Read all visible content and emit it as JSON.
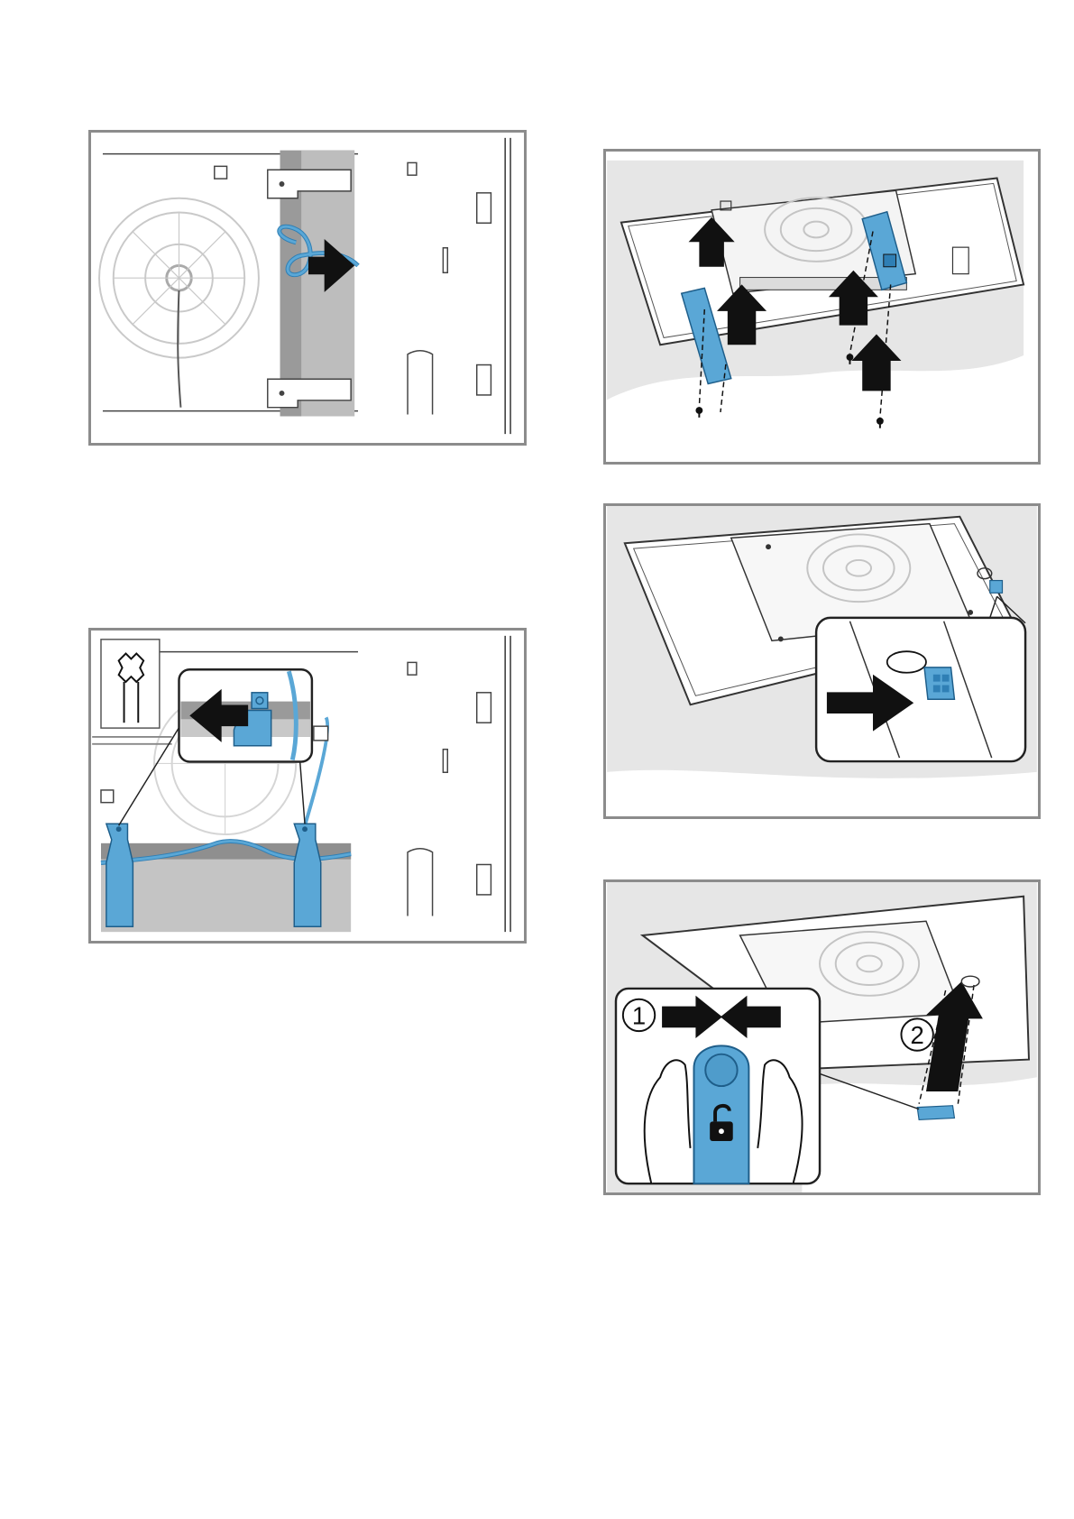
{
  "colors": {
    "frame": "#8c8c8c",
    "part_blue": "#5aa7d6",
    "part_blue_dark": "#2f7fb5",
    "background_grey": "#e6e6e6",
    "channel_grey": "#9a9a9a",
    "arrow": "#111111"
  },
  "figures": [
    {
      "name": "cable-removal",
      "icons": [
        "fan-icon",
        "bracket-icon",
        "arrow-right-icon"
      ]
    },
    {
      "name": "bracket-unscrew",
      "icons": [
        "torx-screwdriver-icon",
        "arrow-left-icon",
        "screw-icon"
      ]
    },
    {
      "name": "rails-mount",
      "icons": [
        "arrow-up-icon",
        "screw-icon",
        "rail-icon"
      ]
    },
    {
      "name": "connector-plug",
      "icons": [
        "connector-icon",
        "arrow-right-icon"
      ]
    },
    {
      "name": "connector-release",
      "icons": [
        "unlock-icon",
        "squeeze-arrows-icon",
        "arrow-up-icon"
      ]
    }
  ],
  "steps": {
    "step1_label": "1",
    "step2_label": "2"
  }
}
